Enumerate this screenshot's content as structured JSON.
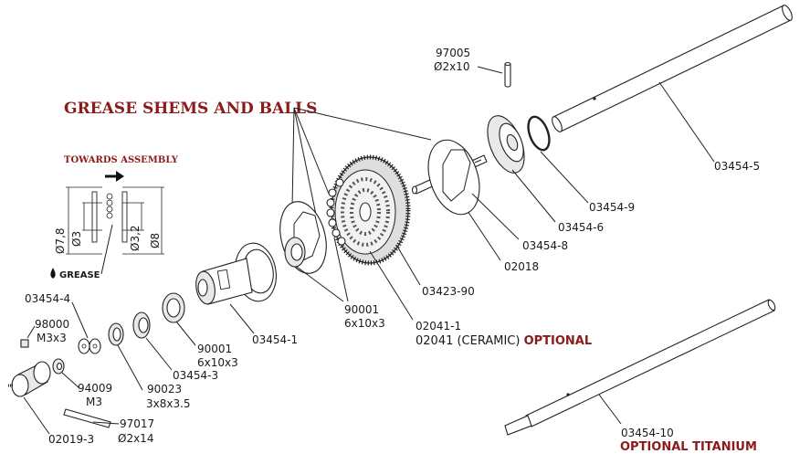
{
  "title": "GREASE SHEMS AND BALLS",
  "towards_assembly": "TOWARDS ASSEMBLY",
  "grease_label": "GREASE",
  "dims": {
    "d78": "Ø7,8",
    "d3": "Ø3",
    "d32": "Ø3,2",
    "d8": "Ø8"
  },
  "parts": {
    "p97005": "97005",
    "p97005_size": "Ø2x10",
    "p03454_5": "03454-5",
    "p03454_9": "03454-9",
    "p03454_6": "03454-6",
    "p03454_8": "03454-8",
    "p02018": "02018",
    "p03423_90": "03423-90",
    "p90001a": "90001",
    "p90001a_size": "6x10x3",
    "p02041_1": "02041-1",
    "p02041_prefix": "02041 (CERAMIC)",
    "p02041_optional": "OPTIONAL",
    "p03454_4": "03454-4",
    "p98000": "98000",
    "p98000_size": "M3x3",
    "p90001b": "90001",
    "p90001b_size": "6x10x3",
    "p03454_1": "03454-1",
    "p94009": "94009",
    "p94009_size": "M3",
    "p90023": "90023",
    "p90023_size": "3x8x3.5",
    "p03454_3": "03454-3",
    "p97017": "97017",
    "p97017_size": "Ø2x14",
    "p02019_3": "02019-3",
    "p03454_10": "03454-10",
    "p03454_10_optional": "OPTIONAL TITANIUM"
  },
  "colors": {
    "accent": "#8b1a1a",
    "line": "#222222"
  }
}
